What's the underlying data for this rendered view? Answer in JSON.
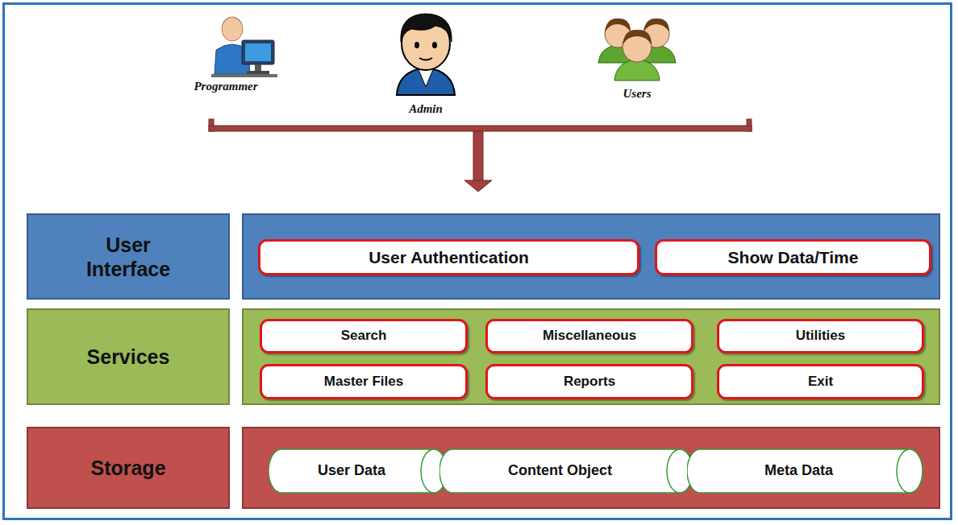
{
  "diagram": {
    "nodes": [
      {
        "text": [
          "User Interface"
        ]
      },
      {
        "text": [
          "User Authentication"
        ]
      },
      {
        "text": [
          "Show Data/Time"
        ]
      },
      {
        "text": [
          "Services"
        ]
      },
      {
        "text": [
          "Search"
        ]
      },
      {
        "text": [
          "Miscellaneous"
        ]
      },
      {
        "text": [
          "Utilities"
        ]
      },
      {
        "text": [
          "Master Files"
        ]
      },
      {
        "text": [
          "Reports"
        ]
      },
      {
        "text": [
          "Exit"
        ]
      },
      {
        "text": [
          "Storage"
        ]
      },
      {
        "text": [
          "User Data"
        ]
      },
      {
        "text": [
          "Content Object"
        ]
      },
      {
        "text": [
          "Meta Data"
        ]
      }
    ],
    "labels": [
      "Programmer",
      "Admin",
      "Users"
    ]
  }
}
